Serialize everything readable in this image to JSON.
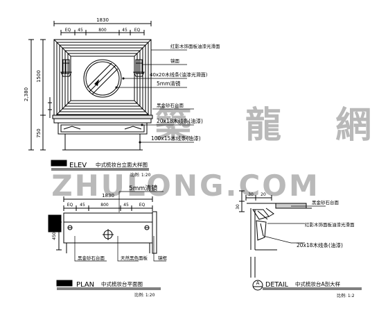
{
  "elevation": {
    "dim_total_width": "1830",
    "dim_parts": [
      "EQ",
      "45",
      "800",
      "45",
      "EQ"
    ],
    "dim_total_height": "2,380",
    "dim_upper_height": "1500",
    "dim_lower_height": "750",
    "notes": [
      "红影木饰面板油漆光滑面",
      "镜面",
      "40x20木线条(油漆光滑面)",
      "5mm清镜",
      "黑金砂石台面",
      "20x18木线条(油漆)",
      "100x15木线条(油漆)"
    ],
    "title_tag": "ELEV",
    "title_cn": "中式梳妆台立面大样图",
    "scale": "比例: 1:20"
  },
  "plan": {
    "note_top": "5mm清镜",
    "dim_total_width": "1830",
    "dim_parts": [
      "EQ",
      "45",
      "800",
      "45",
      "EQ"
    ],
    "dim_side": "450",
    "notes_bottom": [
      "黑金砂石台面",
      "天然黑色面板",
      "镜框"
    ],
    "title_tag": "PLAN",
    "title_cn": "中式梳妆台平面图",
    "scale": "比例: 1:20"
  },
  "detail": {
    "dims": [
      "30",
      "20",
      "30"
    ],
    "notes": [
      "黑金砂石台面",
      "红影木饰面板油漆光滑面",
      "20x18木线条(油漆)"
    ],
    "title_marker": "A",
    "title_tag": "DETAIL",
    "title_cn": "中式梳妆台A剖大样",
    "scale": "比例: 1:2"
  },
  "watermark": {
    "cn": "築 龍 網",
    "en": "ZHULONG.COM"
  }
}
